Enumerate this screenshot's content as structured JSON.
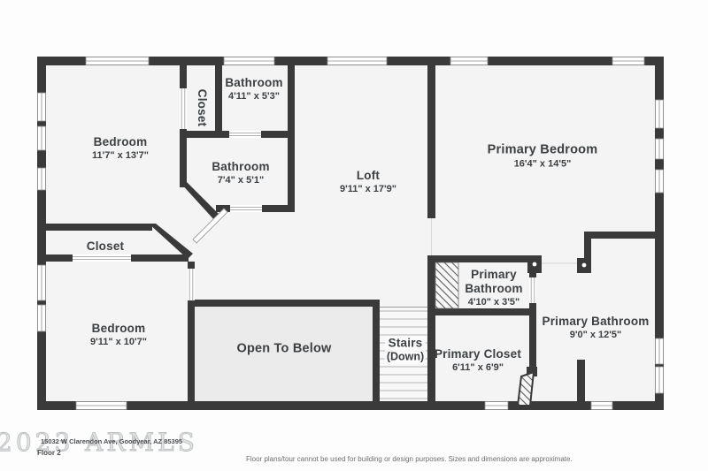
{
  "plan": {
    "wall_color": "#3a3a3a",
    "room_fill": "#f4f4f4",
    "open_area_fill": "#ebebeb",
    "label_color": "#3c4043"
  },
  "rooms": [
    {
      "id": "bedroom-top-left",
      "name": "Bedroom",
      "dims": "11'7\" x 13'7\""
    },
    {
      "id": "closet-top",
      "name": "Closet",
      "dims": ""
    },
    {
      "id": "bathroom-top",
      "name": "Bathroom",
      "dims": "4'11\" x 5'3\""
    },
    {
      "id": "bathroom-middle",
      "name": "Bathroom",
      "dims": "7'4\" x 5'1\""
    },
    {
      "id": "loft",
      "name": "Loft",
      "dims": "9'11\" x 17'9\""
    },
    {
      "id": "primary-bedroom",
      "name": "Primary Bedroom",
      "dims": "16'4\" x 14'5\""
    },
    {
      "id": "closet-left",
      "name": "Closet",
      "dims": ""
    },
    {
      "id": "bedroom-bottom-left",
      "name": "Bedroom",
      "dims": "9'11\" x 10'7\""
    },
    {
      "id": "open-to-below",
      "name": "Open To Below",
      "dims": ""
    },
    {
      "id": "stairs",
      "name": "Stairs",
      "dims": "(Down)"
    },
    {
      "id": "primary-bathroom-small",
      "name": "Primary Bathroom",
      "line1": "Primary",
      "line2": "Bathroom",
      "dims": "4'10\" x 3'5\""
    },
    {
      "id": "primary-closet",
      "name": "Primary Closet",
      "dims": "6'11\" x 6'9\""
    },
    {
      "id": "primary-bathroom-large",
      "name": "Primary Bathroom",
      "dims": "9'0\" x 12'5\""
    }
  ],
  "footer": {
    "watermark": "2023 ARMLS",
    "address": "15032 W Clarendon Ave, Goodyear, AZ 85395",
    "floor_label": "Floor 2",
    "disclaimer": "Floor plans/tour cannot be used for building or design purposes. Sizes and dimensions are approximate."
  }
}
